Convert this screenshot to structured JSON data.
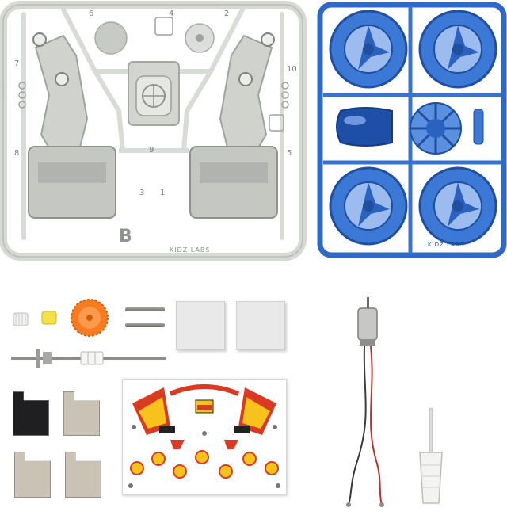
{
  "sprue_a": {
    "letter": "B",
    "numbers": [
      "6",
      "4",
      "2",
      "7",
      "10",
      "8",
      "9",
      "5",
      "3",
      "1"
    ],
    "stamp": "KIDZ LABS",
    "color": "#e4e6e3"
  },
  "sprue_b": {
    "color": "#2f68c6",
    "stamp": "KIDZ LABS"
  },
  "colors": {
    "gear_orange": "#f77b1f",
    "small_gear_yellow": "#f5e04a",
    "sticker_red": "#d83a22",
    "sticker_yellow": "#f7c21b",
    "foam": "#e9e9e9",
    "motor_wire_red": "#b4342e"
  }
}
